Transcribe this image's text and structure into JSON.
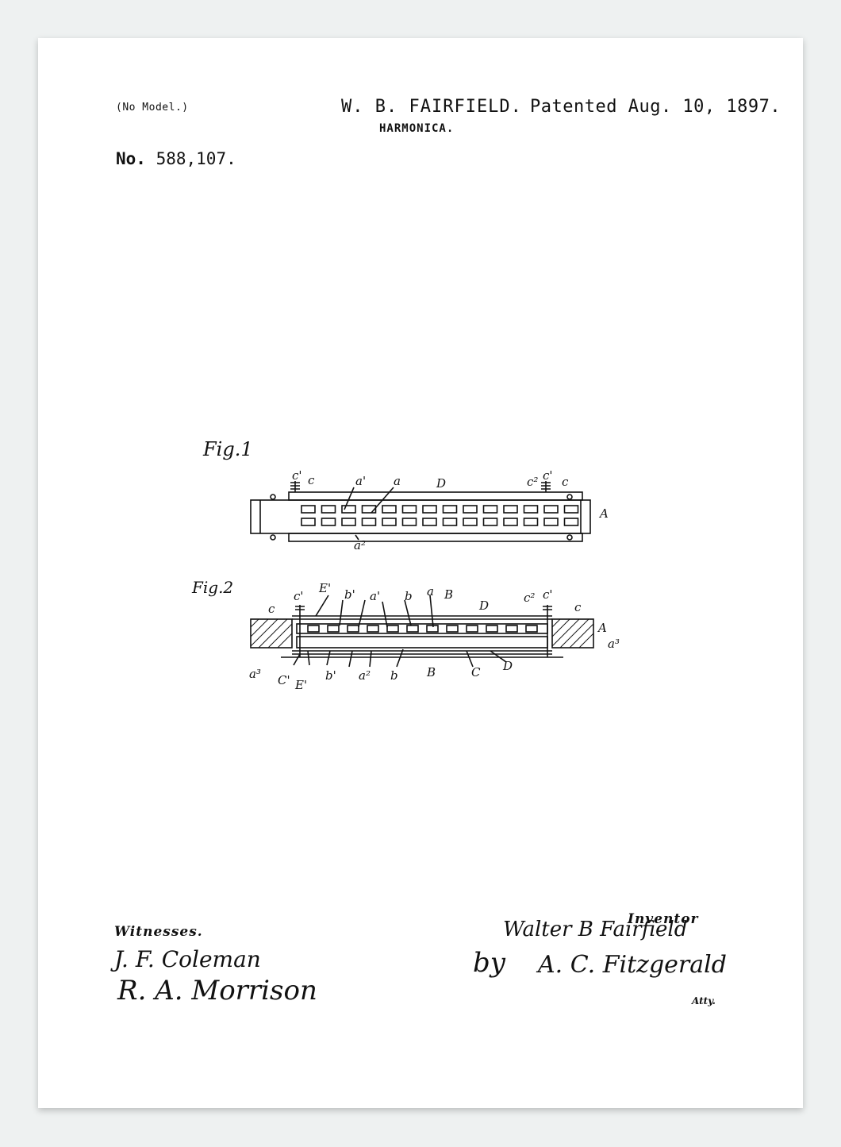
{
  "header": {
    "no_model": "(No Model.)",
    "inventor_name": "W. B. FAIRFIELD.",
    "patented": "Patented Aug. 10, 1897.",
    "title": "HARMONICA.",
    "number_prefix": "No.",
    "number": "588,107."
  },
  "figures": {
    "fig1": {
      "label": "Fig.1",
      "refs": [
        "c'",
        "c",
        "a'",
        "a",
        "D",
        "c²",
        "c'",
        "c",
        "A",
        "a²"
      ]
    },
    "fig2": {
      "label": "Fig.2",
      "refs": [
        "c'",
        "E'",
        "b'",
        "a'",
        "b",
        "a",
        "B",
        "D",
        "c²",
        "c'",
        "c",
        "c",
        "A",
        "a³",
        "a³",
        "C'",
        "E'",
        "b'",
        "a²",
        "b",
        "B",
        "C",
        "D"
      ]
    }
  },
  "footer": {
    "witnesses_label": "Witnesses.",
    "witness_1": "J. F. Coleman",
    "witness_2": "R. A. Morrison",
    "inventor_label": "Inventor",
    "inventor_signature": "Walter B Fairfield",
    "by_label": "by",
    "attorney_signature": "A. C. Fitzgerald",
    "atty_label": "Atty."
  },
  "colors": {
    "background": "#eef1f1",
    "paper": "#ffffff",
    "ink": "#111111"
  }
}
